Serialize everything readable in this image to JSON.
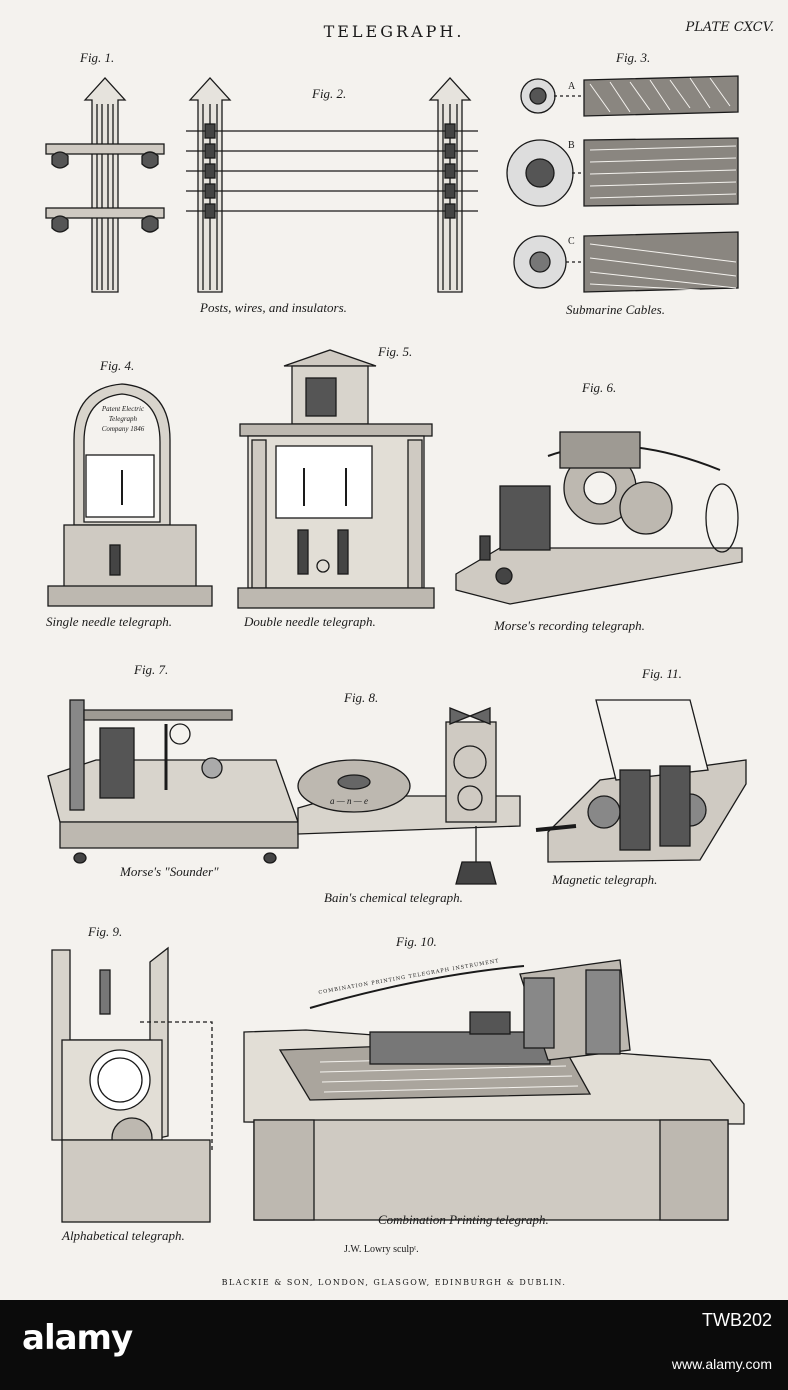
{
  "plate": {
    "title": "TELEGRAPH.",
    "plate_number": "PLATE CXCV.",
    "engraver": "J.W. Lowry sculpᵗ.",
    "publisher": "BLACKIE & SON, LONDON, GLASGOW, EDINBURGH & DUBLIN."
  },
  "figures": {
    "fig1": "Fig. 1.",
    "fig2": "Fig. 2.",
    "fig3": "Fig. 3.",
    "fig4": "Fig. 4.",
    "fig5": "Fig. 5.",
    "fig6": "Fig. 6.",
    "fig7": "Fig. 7.",
    "fig8": "Fig. 8.",
    "fig9": "Fig. 9.",
    "fig10": "Fig. 10.",
    "fig11": "Fig. 11."
  },
  "captions": {
    "posts": "Posts, wires, and insulators.",
    "cables": "Submarine Cables.",
    "single": "Single needle telegraph.",
    "double": "Double needle telegraph.",
    "morse_recording": "Morse's recording telegraph.",
    "sounder": "Morse's \"Sounder\"",
    "bain": "Bain's chemical telegraph.",
    "magnetic": "Magnetic telegraph.",
    "alphabetical": "Alphabetical telegraph.",
    "combination": "Combination Printing telegraph."
  },
  "labels": {
    "cable_a": "A",
    "cable_b": "B",
    "cable_c": "C",
    "fig4_plate": "Patent Electric Telegraph Company 1846",
    "bain_letters": "a — n — e",
    "tape_text": "COMBINATION PRINTING TELEGRAPH INSTRUMENT"
  },
  "footer": {
    "brand": "alamy",
    "image_id": "TWB202",
    "url": "www.alamy.com"
  }
}
